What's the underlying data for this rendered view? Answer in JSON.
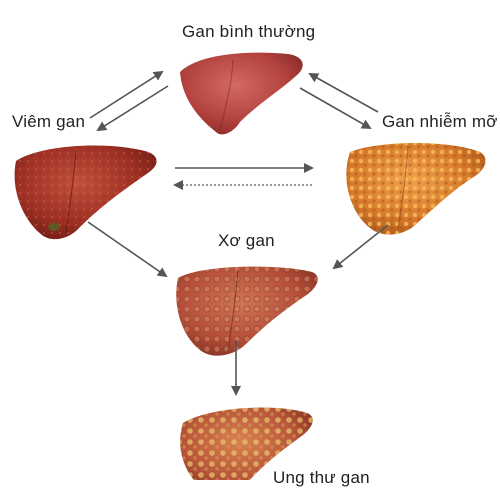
{
  "stages": {
    "normal": {
      "label": "Gan bình thường"
    },
    "hepatitis": {
      "label": "Viêm gan"
    },
    "fatty": {
      "label": "Gan nhiễm mỡ"
    },
    "cirrhosis": {
      "label": "Xơ gan"
    },
    "cancer": {
      "label": "Ung thư gan"
    }
  },
  "colors": {
    "normal_liver": "#b3423e",
    "hepatitis_liver": "#9e3024",
    "fatty_liver": "#d77a2a",
    "cirrhosis_liver": "#b54f3a",
    "cancer_liver": "#b8553a",
    "arrow": "#555555"
  }
}
